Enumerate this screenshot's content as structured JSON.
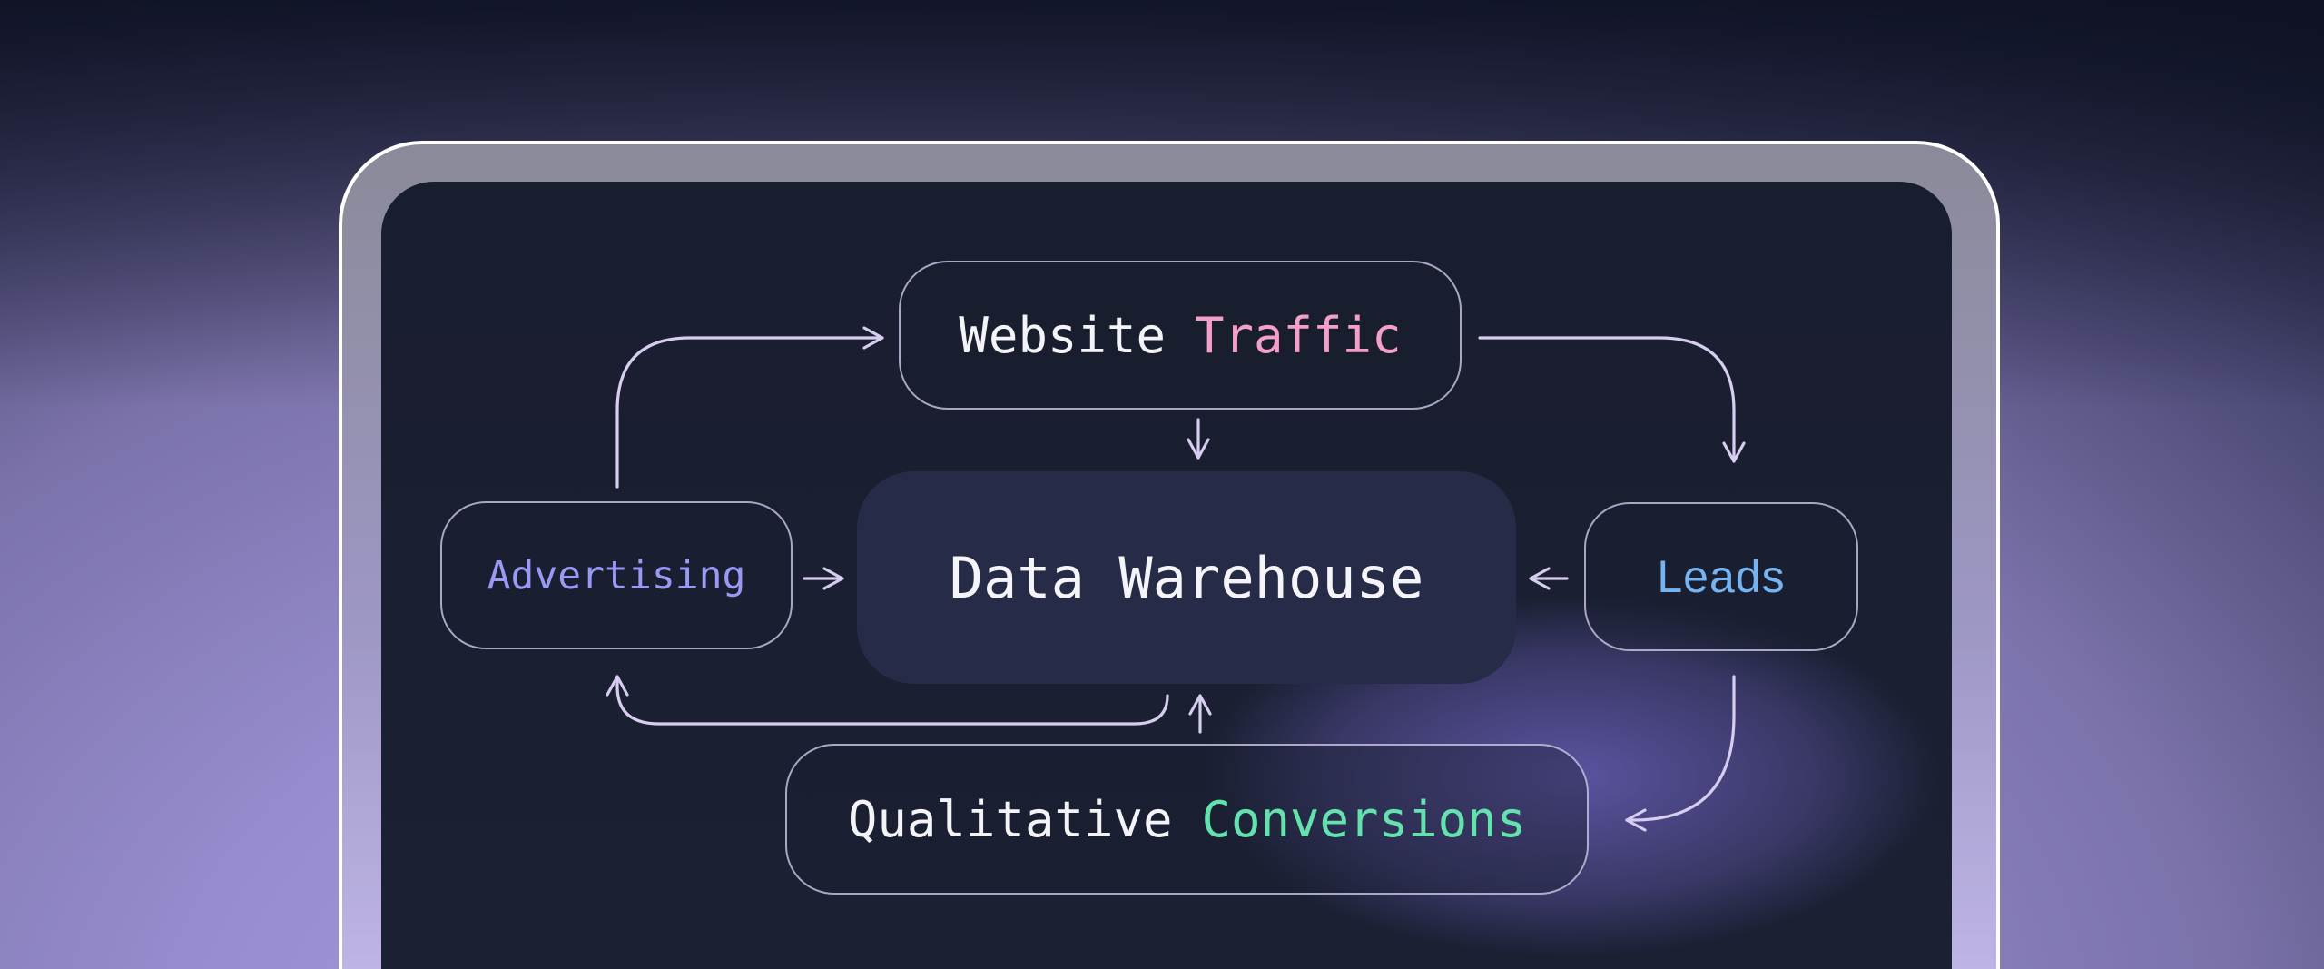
{
  "page": {
    "background_top_color": "#12162a",
    "background_bottom_color": "#aba2e1",
    "device_bezel_top_color": "#8a8a99",
    "device_bezel_bottom_color": "#c2b8ea",
    "screen_color": "#1a1f31",
    "glow_color": "#8676ea",
    "edge_color": "#d6cdf0"
  },
  "diagram": {
    "nodes": {
      "website_traffic": {
        "label_primary": "Website",
        "label_accent": "Traffic",
        "primary_color": "#f4f3f8",
        "accent_color": "#f49fca"
      },
      "advertising": {
        "label": "Advertising",
        "color": "#989af4"
      },
      "data_warehouse": {
        "label": "Data Warehouse",
        "color": "#f5f4f9"
      },
      "leads": {
        "label": "Leads",
        "color": "#75b4f1"
      },
      "qualitative_conversions": {
        "label_primary": "Qualitative",
        "label_accent": "Conversions",
        "primary_color": "#f4f3f8",
        "accent_color": "#63e2ae"
      }
    },
    "edges": [
      {
        "from": "advertising",
        "to": "website_traffic"
      },
      {
        "from": "website_traffic",
        "to": "leads"
      },
      {
        "from": "website_traffic",
        "to": "data_warehouse"
      },
      {
        "from": "advertising",
        "to": "data_warehouse"
      },
      {
        "from": "leads",
        "to": "data_warehouse"
      },
      {
        "from": "leads",
        "to": "qualitative_conversions"
      },
      {
        "from": "qualitative_conversions",
        "to": "data_warehouse"
      },
      {
        "from": "data_warehouse",
        "to": "advertising"
      }
    ]
  }
}
